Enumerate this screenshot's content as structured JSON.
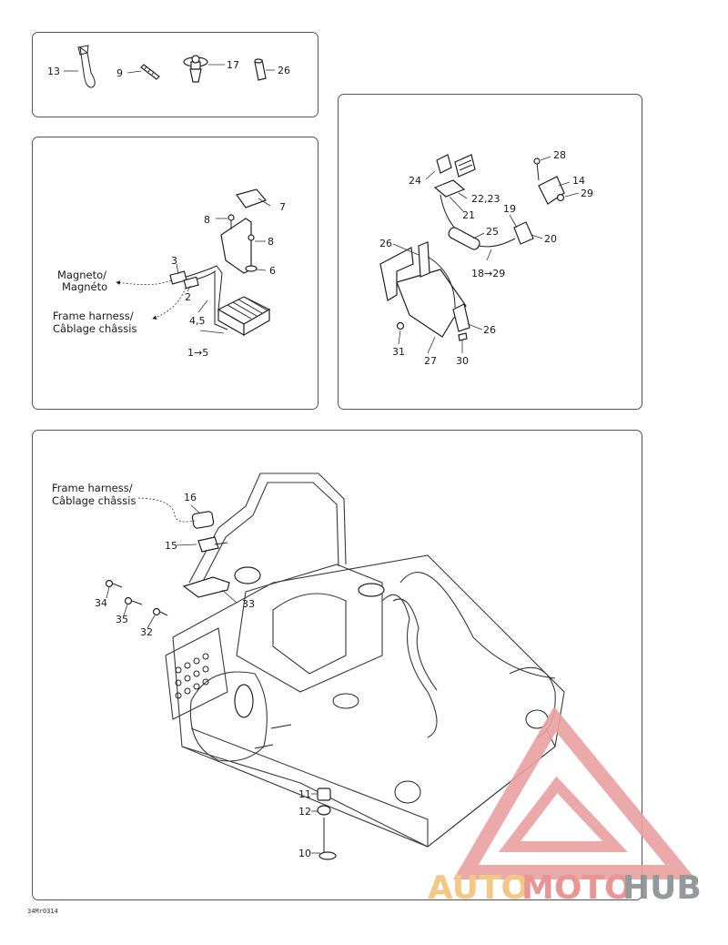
{
  "labels": {
    "p13": "13",
    "p9": "9",
    "p17": "17",
    "p26a": "26",
    "p7": "7",
    "p8a": "8",
    "p8b": "8",
    "p6": "6",
    "p3": "3",
    "p2": "2",
    "p45": "4,5",
    "p15range": "1→5",
    "magneto1": "Magneto/",
    "magneto2": "Magnéto",
    "frame1": "Frame harness/",
    "frame2": "Câblage châssis",
    "p24": "24",
    "p2223": "22,23",
    "p21": "21",
    "p25": "25",
    "p19": "19",
    "p20": "20",
    "p28": "28",
    "p14": "14",
    "p29": "29",
    "p26b": "26",
    "p1829": "18→29",
    "p26c": "26",
    "p31": "31",
    "p27": "27",
    "p30": "30",
    "frame3": "Frame harness/",
    "frame4": "Câblage châssis",
    "p16": "16",
    "p15": "15",
    "p34": "34",
    "p33": "33",
    "p35": "35",
    "p32": "32",
    "p11": "11",
    "p12": "12",
    "p10": "10"
  },
  "ref_code": "34Mr0314",
  "watermark": {
    "part1": "AUTO",
    "part2": "MOTO",
    "part3": "HUB"
  },
  "colors": {
    "watermark_orange": "#f2c27a",
    "watermark_red": "#e88a8a",
    "watermark_gray": "#8a8f93"
  }
}
